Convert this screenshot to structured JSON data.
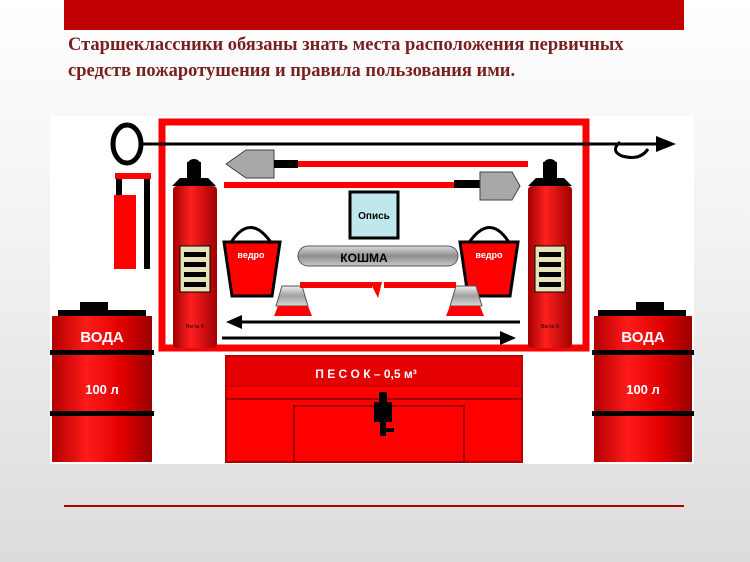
{
  "title": "Старшеклассники обязаны знать места расположения первичных средств пожаротушения и правила пользования ими.",
  "diagram": {
    "inventory_label": "Опись",
    "blanket_label": "КОШМА",
    "bucket_label": "ведро",
    "sand_label": "П Е С О К – 0,5 м³",
    "water_label": "ВОДА",
    "water_volume": "100 л",
    "extinguisher_tag": "Вм № 5"
  },
  "colors": {
    "red": "#ff0000",
    "dark_red": "#c00000",
    "black": "#000000"
  }
}
